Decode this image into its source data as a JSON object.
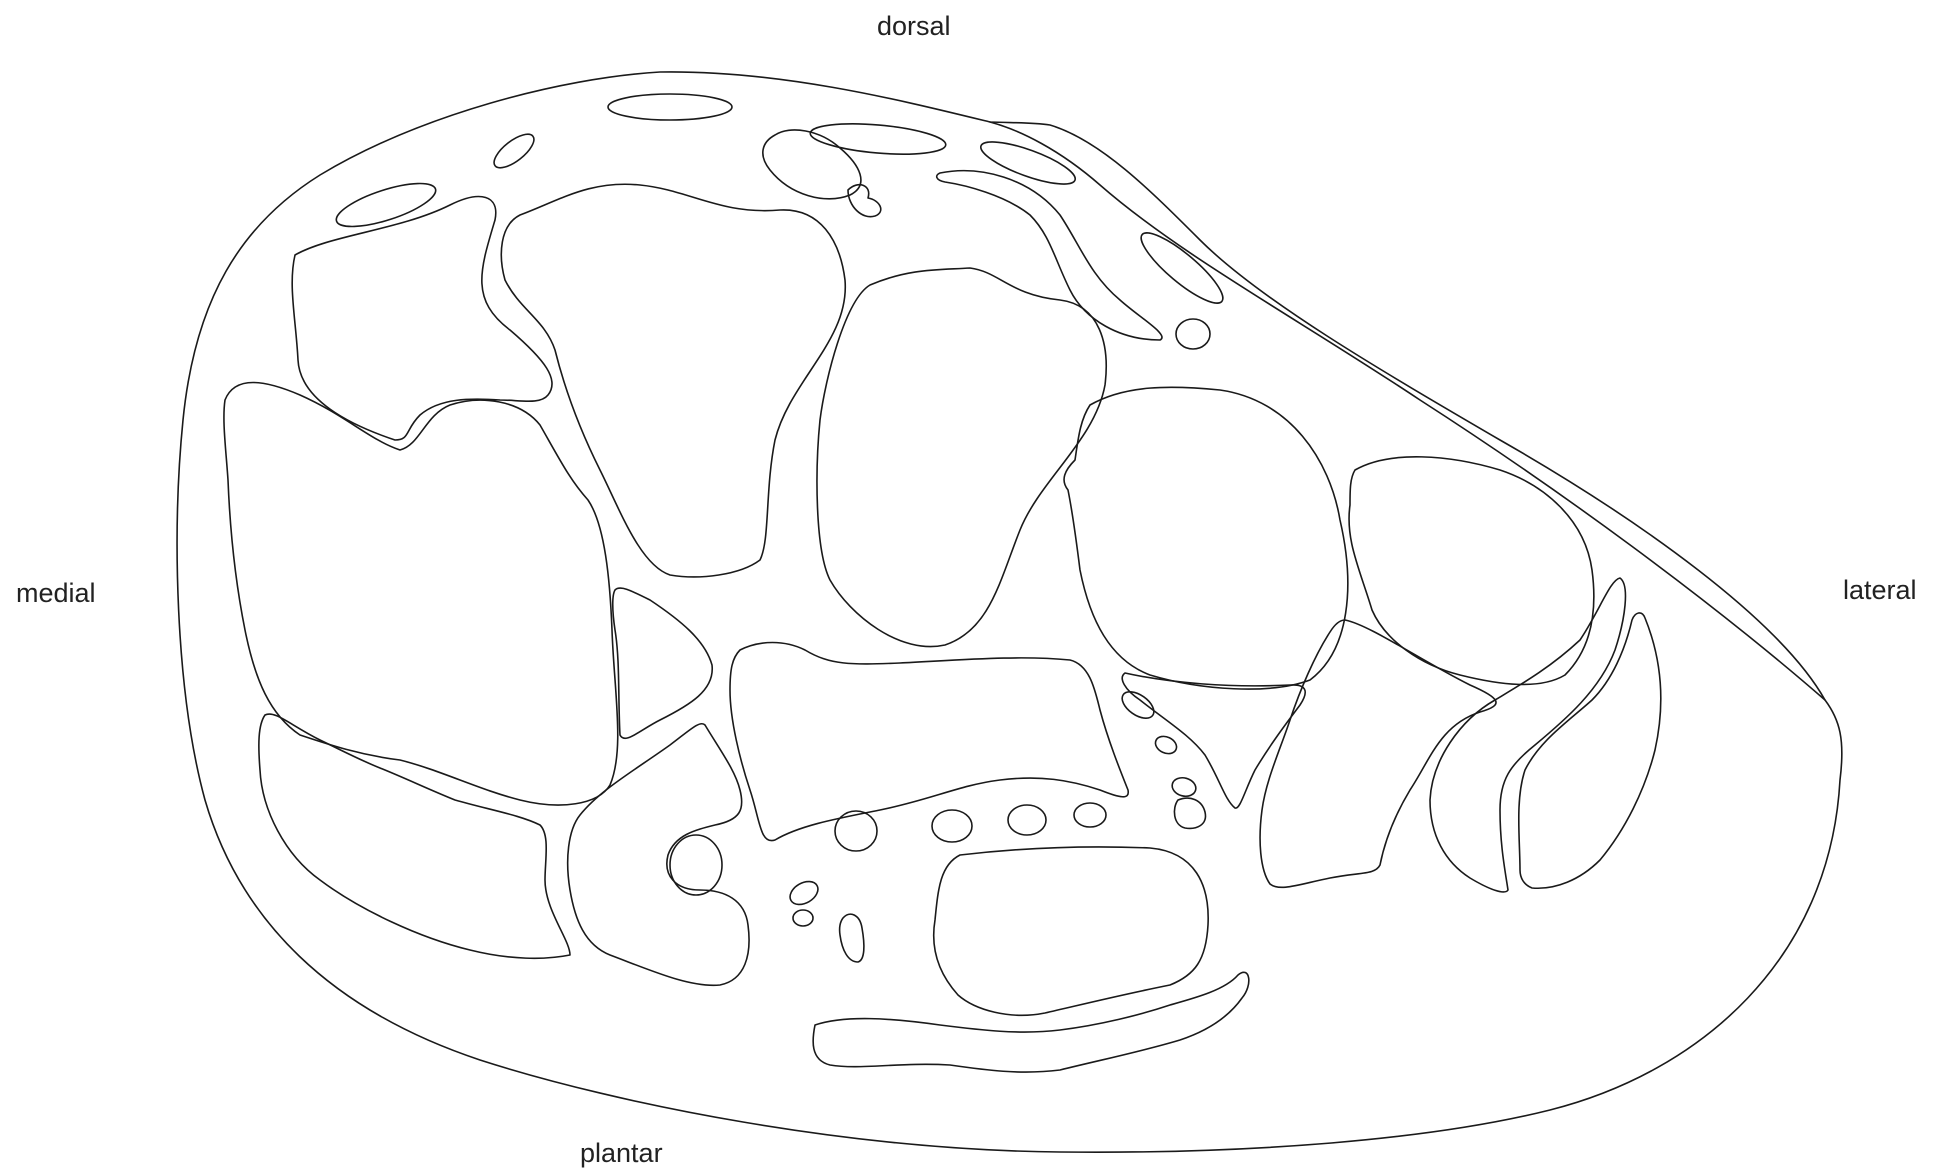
{
  "labels": {
    "dorsal": "dorsal",
    "plantar": "plantar",
    "medial": "medial",
    "lateral": "lateral"
  },
  "style": {
    "stroke_color": "#1a1a1a",
    "background": "#ffffff"
  }
}
